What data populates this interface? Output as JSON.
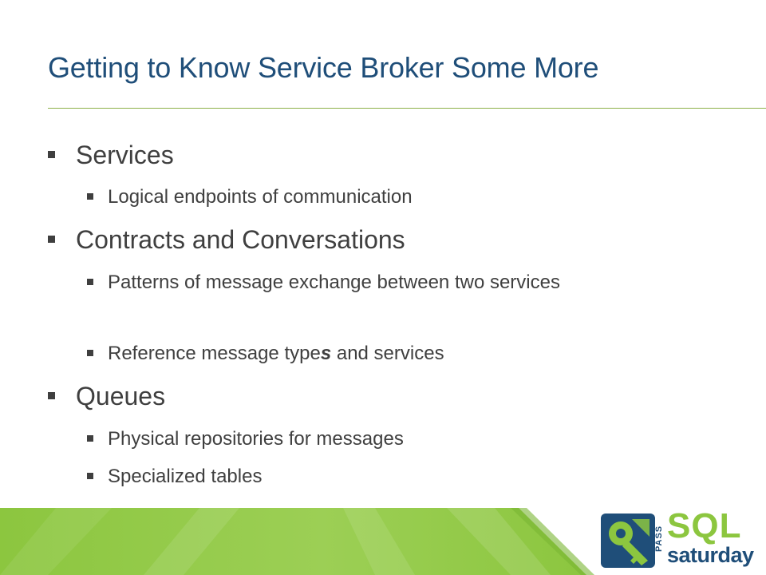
{
  "slide": {
    "title": "Getting to Know Service Broker Some More"
  },
  "bullets": [
    {
      "text": "Services"
    },
    {
      "text": "Logical endpoints of communication"
    },
    {
      "text": "Contracts and Conversations"
    },
    {
      "text": "Patterns of message exchange between two services"
    },
    {
      "text_prefix": "Reference message type",
      "text_emph": "s",
      "text_suffix": " and services"
    },
    {
      "text": "Queues"
    },
    {
      "text": "Physical repositories for messages"
    },
    {
      "text": "Specialized tables"
    }
  ],
  "logo": {
    "pass": "PASS",
    "sql": "SQL",
    "saturday": "saturday"
  },
  "colors": {
    "title": "#1f4e79",
    "rule": "#8db04a",
    "body_text": "#3f3f3f",
    "green_band": "#8cc63f",
    "logo_green": "#8cc63f",
    "logo_blue": "#1f4e79"
  },
  "icons": {
    "bullet_marker": "square-bullet-icon",
    "logo_mark": "key-icon"
  }
}
